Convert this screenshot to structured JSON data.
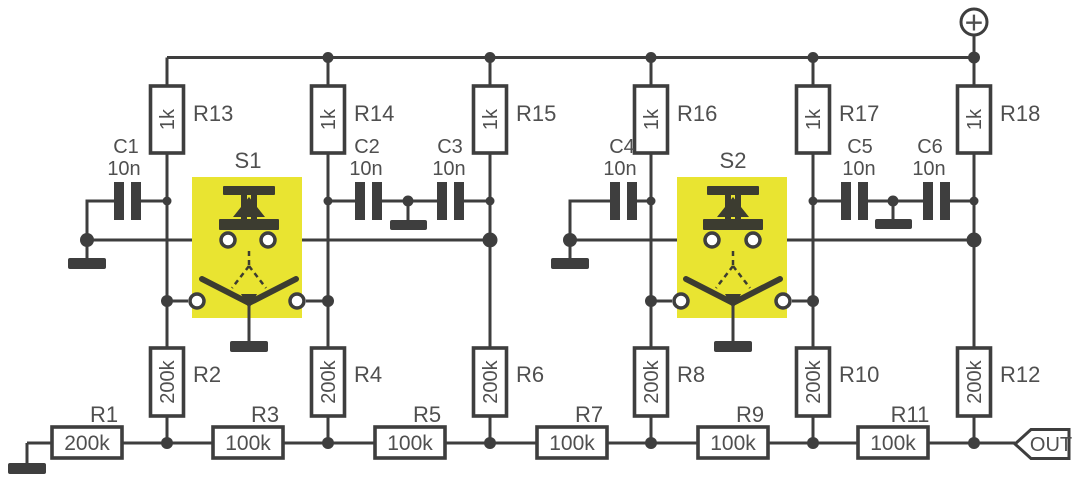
{
  "diagram": {
    "kind": "circuit-schematic",
    "power_label": "+",
    "out_label": "OUT"
  },
  "colors": {
    "wire": "#3e3e3e",
    "text": "#4f4f4f",
    "highlight": "#e9e431"
  },
  "switches": [
    {
      "name": "S1"
    },
    {
      "name": "S2"
    }
  ],
  "capacitors": [
    {
      "name": "C1",
      "value": "10n"
    },
    {
      "name": "C2",
      "value": "10n"
    },
    {
      "name": "C3",
      "value": "10n"
    },
    {
      "name": "C4",
      "value": "10n"
    },
    {
      "name": "C5",
      "value": "10n"
    },
    {
      "name": "C6",
      "value": "10n"
    }
  ],
  "pullup_resistors": [
    {
      "name": "R13",
      "value": "1k"
    },
    {
      "name": "R14",
      "value": "1k"
    },
    {
      "name": "R15",
      "value": "1k"
    },
    {
      "name": "R16",
      "value": "1k"
    },
    {
      "name": "R17",
      "value": "1k"
    },
    {
      "name": "R18",
      "value": "1k"
    }
  ],
  "shunt_resistors": [
    {
      "name": "R2",
      "value": "200k"
    },
    {
      "name": "R4",
      "value": "200k"
    },
    {
      "name": "R6",
      "value": "200k"
    },
    {
      "name": "R8",
      "value": "200k"
    },
    {
      "name": "R10",
      "value": "200k"
    },
    {
      "name": "R12",
      "value": "200k"
    }
  ],
  "series_resistors": [
    {
      "name": "R1",
      "value": "200k"
    },
    {
      "name": "R3",
      "value": "100k"
    },
    {
      "name": "R5",
      "value": "100k"
    },
    {
      "name": "R7",
      "value": "100k"
    },
    {
      "name": "R9",
      "value": "100k"
    },
    {
      "name": "R11",
      "value": "100k"
    }
  ]
}
